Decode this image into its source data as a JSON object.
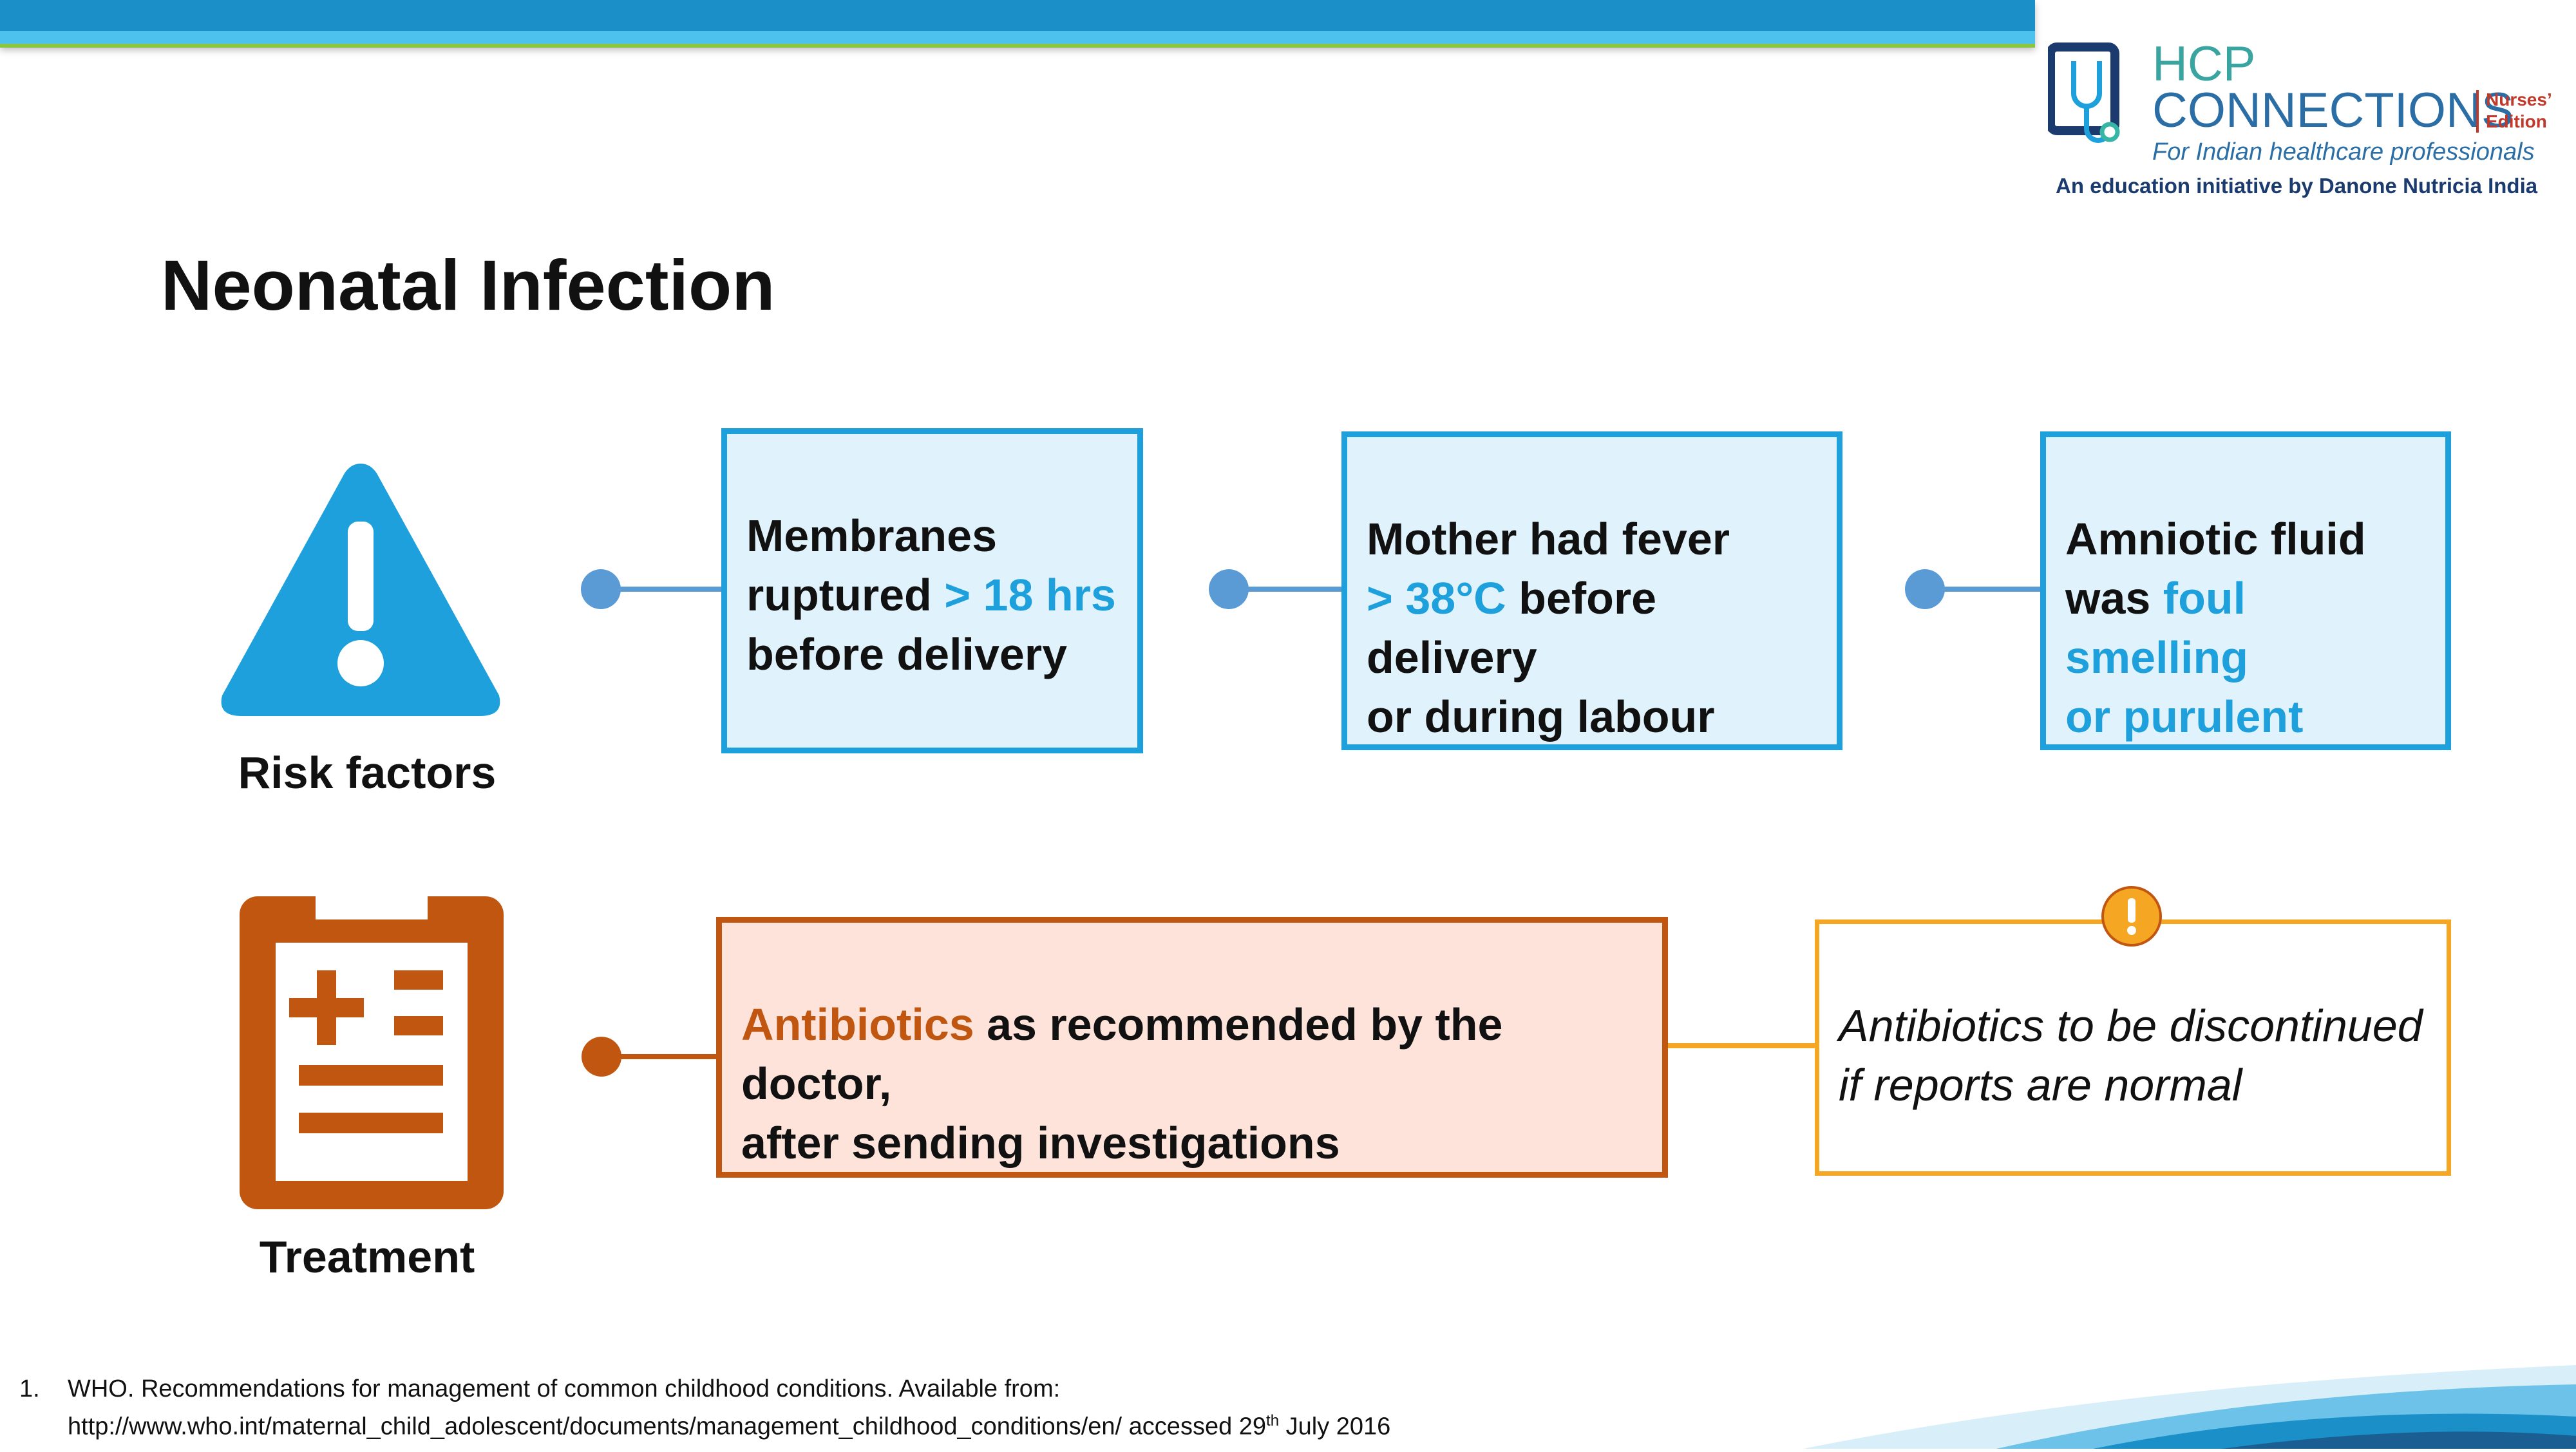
{
  "logo": {
    "line1": "HCP",
    "line2": "CONNECTIONS",
    "badge_line1": "Nurses’",
    "badge_line2": "Edition",
    "tagline": "For Indian healthcare professionals",
    "initiative": "An education initiative by Danone Nutricia India",
    "icon": "tablet-stethoscope-icon"
  },
  "title": "Neonatal Infection",
  "risk": {
    "label": "Risk factors",
    "icon": "warning-triangle-icon",
    "box1": {
      "l1": "Membranes",
      "l2a": "ruptured ",
      "l2b": "> 18 hrs",
      "l3": "before delivery"
    },
    "box2": {
      "l1": "Mother had fever",
      "l2a": "> 38°C",
      "l2b": " before delivery",
      "l3": "or during labour"
    },
    "box3": {
      "l1": "Amniotic fluid",
      "l2a": "was ",
      "l2b": "foul smelling",
      "l3": "or purulent"
    }
  },
  "treatment": {
    "label": "Treatment",
    "icon": "medical-chart-icon",
    "box": {
      "l1a": "Antibiotics",
      "l1b": " as recommended by the doctor,",
      "l2": "after sending investigations"
    },
    "note": {
      "l1": "Antibiotics to be discontinued",
      "l2": "if reports are normal"
    },
    "note_icon": "exclamation-circle-icon"
  },
  "footnote": {
    "num": "1.",
    "line1": "WHO. Recommendations for management of common childhood conditions. Available from:",
    "line2a": "http://www.who.int/maternal_child_adolescent/documents/management_childhood_conditions/en/ accessed 29",
    "line2sup": "th",
    "line2b": " July 2016"
  },
  "colors": {
    "blue": "#1ea0dc",
    "orange": "#c0560f",
    "amber": "#f5a623",
    "connector": "#5a9bd5"
  }
}
